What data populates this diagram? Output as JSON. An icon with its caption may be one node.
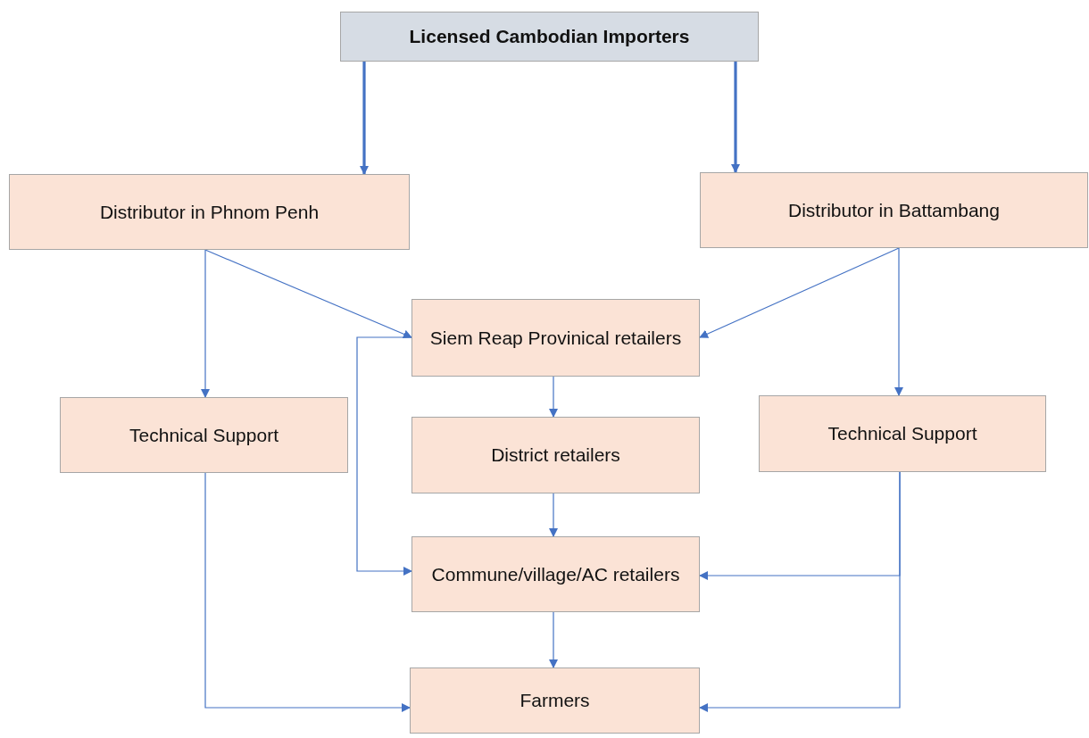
{
  "diagram": {
    "nodes": [
      {
        "text": [
          "Licensed Cambodian Importers"
        ]
      },
      {
        "text": [
          "Distributor in Phnom Penh"
        ]
      },
      {
        "text": [
          "Distributor in Battambang"
        ]
      },
      {
        "text": [
          "Siem Reap Provinical retailers"
        ]
      },
      {
        "text": [
          "Technical Support"
        ]
      },
      {
        "text": [
          "District retailers"
        ]
      },
      {
        "text": [
          "Technical Support"
        ]
      },
      {
        "text": [
          "Commune/village/AC retailers"
        ]
      },
      {
        "text": [
          "Farmers"
        ]
      }
    ],
    "edges": [
      {
        "from": 0,
        "to": 1,
        "arrow": "to",
        "style": "thick"
      },
      {
        "from": 0,
        "to": 2,
        "arrow": "to",
        "style": "thick"
      },
      {
        "from": 1,
        "to": 3,
        "arrow": "to"
      },
      {
        "from": 1,
        "to": 4,
        "arrow": "to"
      },
      {
        "from": 2,
        "to": 3,
        "arrow": "to"
      },
      {
        "from": 2,
        "to": 6,
        "arrow": "to"
      },
      {
        "from": 3,
        "to": 5,
        "arrow": "to"
      },
      {
        "from": 5,
        "to": 7,
        "arrow": "to"
      },
      {
        "from": 7,
        "to": 8,
        "arrow": "to"
      },
      {
        "from": 4,
        "to": 8,
        "arrow": "to"
      },
      {
        "from": 6,
        "to": 7,
        "arrow": "to"
      },
      {
        "from": 6,
        "to": 8,
        "arrow": "to"
      },
      {
        "from": 3,
        "to": 7,
        "arrow": "to"
      }
    ]
  }
}
